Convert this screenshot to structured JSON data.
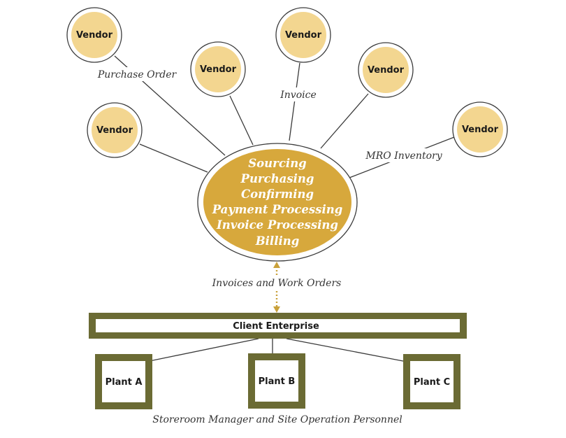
{
  "colors": {
    "vendor_fill": "#f3d690",
    "hub_fill": "#d7a83c",
    "olive": "#6b6b34",
    "dotted": "#c9a13b",
    "line": "#3a3a3a"
  },
  "vendors": [
    {
      "label": "Vendor"
    },
    {
      "label": "Vendor"
    },
    {
      "label": "Vendor"
    },
    {
      "label": "Vendor"
    },
    {
      "label": "Vendor"
    },
    {
      "label": "Vendor"
    }
  ],
  "labels": {
    "purchase_order": "Purchase Order",
    "invoice": "Invoice",
    "mro_inventory": "MRO Inventory",
    "invoices_work_orders": "Invoices and Work Orders",
    "storeroom": "Storeroom Manager and Site Operation Personnel"
  },
  "hub": {
    "lines": [
      "Sourcing",
      "Purchasing",
      "Confirming",
      "Payment Processing",
      "Invoice Processing",
      "Billing"
    ]
  },
  "enterprise": {
    "label": "Client Enterprise"
  },
  "plants": [
    {
      "label": "Plant A"
    },
    {
      "label": "Plant B"
    },
    {
      "label": "Plant C"
    }
  ]
}
